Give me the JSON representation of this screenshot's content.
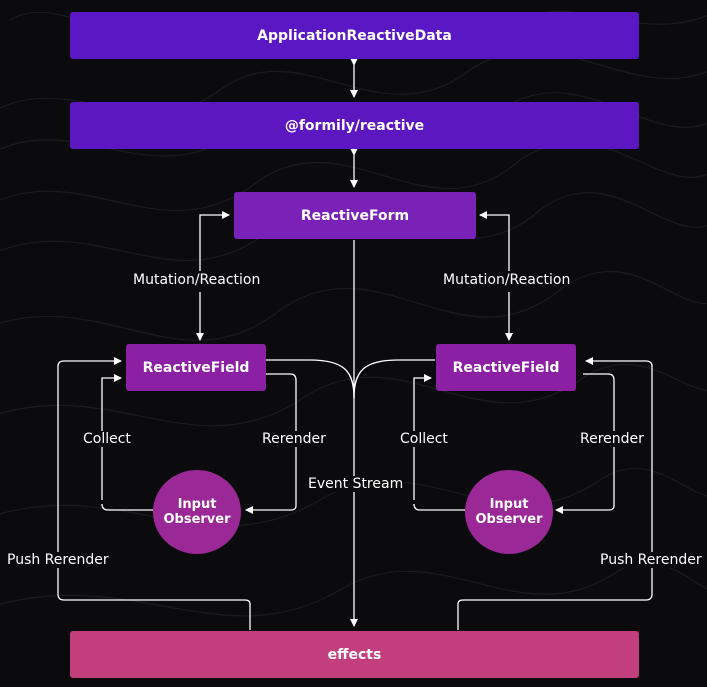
{
  "nodes": {
    "app_data": "ApplicationReactiveData",
    "formily_reactive": "@formily/reactive",
    "reactive_form": "ReactiveForm",
    "field_left": "ReactiveField",
    "field_right": "ReactiveField",
    "observer_left": [
      "Input",
      "Observer"
    ],
    "observer_right": [
      "Input",
      "Observer"
    ],
    "effects": "effects"
  },
  "labels": {
    "mutation_left": "Mutation/Reaction",
    "mutation_right": "Mutation/Reaction",
    "collect_left": "Collect",
    "collect_right": "Collect",
    "rerender_left": "Rerender",
    "rerender_right": "Rerender",
    "event_stream": "Event Stream",
    "push_left": "Push Rerender",
    "push_right": "Push Rerender"
  },
  "colors": {
    "background": "#0b0b0d",
    "top_box": "#5a18c4",
    "form_box": "#7a22b8",
    "field_box": "#8c20a4",
    "observer": "#9a2896",
    "effects": "#c23e7c",
    "line": "#ffffff"
  }
}
